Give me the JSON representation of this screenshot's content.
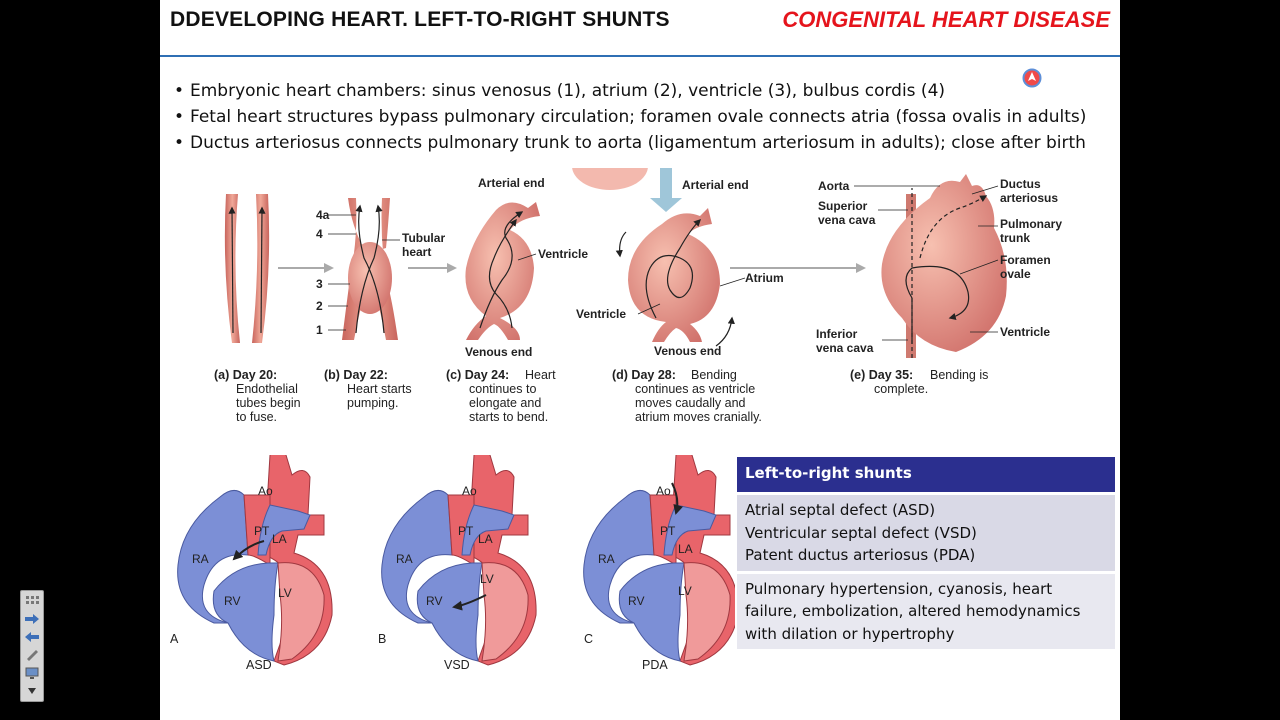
{
  "slide": {
    "title": "DDEVELOPING HEART. LEFT-TO-RIGHT SHUNTS",
    "topic": "CONGENITAL HEART DISEASE",
    "bullets": [
      "Embryonic heart chambers: sinus venosus (1), atrium (2), ventricle (3), bulbus cordis (4)",
      "Fetal heart structures bypass pulmonary circulation; foramen ovale connects atria (fossa ovalis in adults)",
      "Ductus arteriosus connects pulmonary trunk to aorta (ligamentum arteriosum in adults); close after birth"
    ]
  },
  "diagram": {
    "stage_b_numbers": [
      "4a",
      "4",
      "3",
      "2",
      "1"
    ],
    "labels": {
      "tubular_heart_1": "Tubular",
      "tubular_heart_2": "heart",
      "arterial_end_c": "Arterial end",
      "ventricle_c": "Ventricle",
      "venous_end_c": "Venous end",
      "arterial_end_d": "Arterial end",
      "atrium_d": "Atrium",
      "ventricle_d": "Ventricle",
      "venous_end_d": "Venous end",
      "aorta": "Aorta",
      "svc_1": "Superior",
      "svc_2": "vena cava",
      "ductus_1": "Ductus",
      "ductus_2": "arteriosus",
      "pulm_1": "Pulmonary",
      "pulm_2": "trunk",
      "foramen_1": "Foramen",
      "foramen_2": "ovale",
      "ivc_1": "Inferior",
      "ivc_2": "vena cava",
      "ventricle_e": "Ventricle"
    },
    "captions": {
      "a_bold": "(a) Day 20:",
      "a_1": "Endothelial",
      "a_2": "tubes begin",
      "a_3": "to fuse.",
      "b_bold": "(b) Day 22:",
      "b_1": "Heart starts",
      "b_2": "pumping.",
      "c_bold": "(c) Day 24:",
      "c_0": "Heart",
      "c_1": "continues to",
      "c_2": "elongate and",
      "c_3": "starts to bend.",
      "d_bold": "(d) Day 28:",
      "d_0": "Bending",
      "d_1": "continues as ventricle",
      "d_2": "moves caudally and",
      "d_3": "atrium moves cranially.",
      "e_bold": "(e) Day 35:",
      "e_0": "Bending is",
      "e_1": "complete."
    }
  },
  "defects": [
    {
      "letter": "A",
      "caption": "ASD",
      "ao": "Ao",
      "pt": "PT",
      "ra": "RA",
      "la": "LA",
      "rv": "RV",
      "lv": "LV"
    },
    {
      "letter": "B",
      "caption": "VSD",
      "ao": "Ao",
      "pt": "PT",
      "ra": "RA",
      "la": "LA",
      "rv": "RV",
      "lv": "LV"
    },
    {
      "letter": "C",
      "caption": "PDA",
      "ao": "Ao",
      "pt": "PT",
      "ra": "RA",
      "la": "LA",
      "rv": "RV",
      "lv": "LV"
    }
  ],
  "shunts": {
    "header": "Left-to-right shunts",
    "types": [
      "Atrial septal defect (ASD)",
      "Ventricular septal defect (VSD)",
      "Patent ductus arteriosus (PDA)"
    ],
    "complications": [
      "Pulmonary hypertension, cyanosis, heart",
      "failure, embolization, altered hemodynamics",
      "with dilation or hypertrophy"
    ]
  },
  "colors": {
    "title_accent": "#e5141c",
    "rule": "#2f6fb4",
    "table_header": "#2b2f8f",
    "table_row": "#d9d9e6",
    "heart_red": "#e8646a",
    "heart_pink": "#e79a8c",
    "heart_blue": "#7c8fd6"
  }
}
